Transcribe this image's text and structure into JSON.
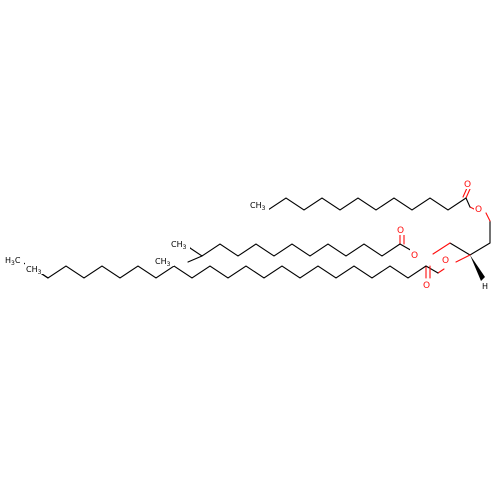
{
  "colors": {
    "background": "#ffffff",
    "bond": "#000000",
    "oxygen": "#ff0d0d"
  },
  "atoms": {
    "ester_oxygen_1": "O",
    "carbonyl_oxygen_1": "O",
    "ester_oxygen_2": "O",
    "carbonyl_oxygen_2": "O",
    "ester_oxygen_3": "O",
    "carbonyl_oxygen_3": "O",
    "stereo_h": "H",
    "h3c_label": {
      "main": "H",
      "sub": "3",
      "tail": "C"
    },
    "ch3_label_1": {
      "main": "CH",
      "sub": "3"
    },
    "ch3_label_2": {
      "main": "CH",
      "sub": "3"
    },
    "ch3_label_3": {
      "main": "CH",
      "sub": "3"
    },
    "ch3_label_4": {
      "main": "CH",
      "sub": "3"
    }
  }
}
